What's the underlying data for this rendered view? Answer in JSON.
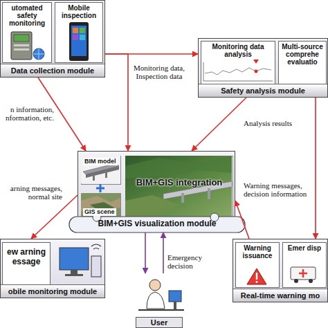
{
  "diagram": {
    "nodes": [
      {
        "text": [
          "Data collection module"
        ]
      },
      {
        "text": [
          "utomated safety monitoring"
        ],
        "in": 0
      },
      {
        "text": [
          "Mobile inspection"
        ],
        "in": 0
      },
      {
        "text": [
          "Safety analysis module"
        ]
      },
      {
        "text": [
          "Monitoring data analysis"
        ],
        "in": 3
      },
      {
        "text": [
          "Multi-source comprehe evaluatio"
        ],
        "in": 3
      },
      {
        "text": [
          "BIM+GIS visualization module"
        ]
      },
      {
        "text": [
          "BIM model"
        ],
        "in": 6
      },
      {
        "text": [
          "GIS scene"
        ],
        "in": 6
      },
      {
        "text": [
          "BIM+GIS integration"
        ],
        "in": 6
      },
      {
        "text": [
          "obile monitoring module"
        ]
      },
      {
        "text": [
          "ew arning essage"
        ],
        "in": 10
      },
      {
        "text": [
          "Real-time warning mo"
        ]
      },
      {
        "text": [
          "Warning issuance"
        ],
        "in": 12
      },
      {
        "text": [
          "Emer disp"
        ],
        "in": 12
      },
      {
        "text": [
          "User"
        ]
      }
    ],
    "edges": [
      {
        "from": 0,
        "to": 3,
        "arrow": "to"
      },
      {
        "from": 0,
        "to": 6,
        "label": "Monitoring data, Inspection data",
        "arrow": "to"
      },
      {
        "from": 0,
        "to": 6,
        "label": "n information, nformation, etc.",
        "arrow": "to"
      },
      {
        "from": 3,
        "to": 6,
        "label": "Analysis results",
        "arrow": "to"
      },
      {
        "from": 3,
        "to": 12,
        "arrow": "to"
      },
      {
        "from": 12,
        "to": 6,
        "label": "Warning messages, decision information",
        "arrow": "to"
      },
      {
        "from": 6,
        "to": 10,
        "label": "arning messages, normal site",
        "arrow": "to"
      },
      {
        "from": 6,
        "to": 15,
        "arrow": "to"
      },
      {
        "from": 15,
        "to": 6,
        "label": "Emergency decision",
        "arrow": "to"
      }
    ]
  }
}
